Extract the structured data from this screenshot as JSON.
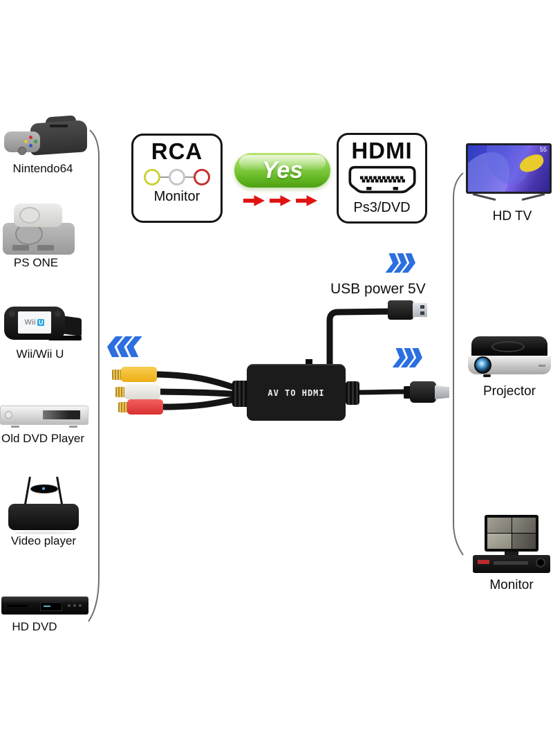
{
  "left_devices": {
    "items": [
      {
        "label": "Nintendo64"
      },
      {
        "label": "PS ONE"
      },
      {
        "label": "Wii/Wii U"
      },
      {
        "label": "Old DVD Player"
      },
      {
        "label": "Video player"
      },
      {
        "label": "HD DVD"
      }
    ]
  },
  "right_devices": {
    "items": [
      {
        "label": "HD TV"
      },
      {
        "label": "Projector"
      },
      {
        "label": "Monitor"
      }
    ]
  },
  "comparison": {
    "rca_card": {
      "title": "RCA",
      "subtitle": "Monitor"
    },
    "yes_badge": {
      "label": "Yes"
    },
    "hdmi_card": {
      "title": "HDMI",
      "subtitle": "Ps3/DVD"
    }
  },
  "converter": {
    "device_label": "AV TO HDMI",
    "usb_label": "USB power 5V"
  },
  "tv_badge": "55",
  "wiiu_screen": {
    "wii": "Wii",
    "u": "U"
  },
  "colors": {
    "chevron_blue": "#2b6fe0",
    "arrow_red": "#e01212",
    "badge_green": "#74c230",
    "rca_yellow": "#f2bc28",
    "rca_white": "#efeee8",
    "rca_red": "#e94747",
    "connector_gold": "#c79a2a"
  }
}
